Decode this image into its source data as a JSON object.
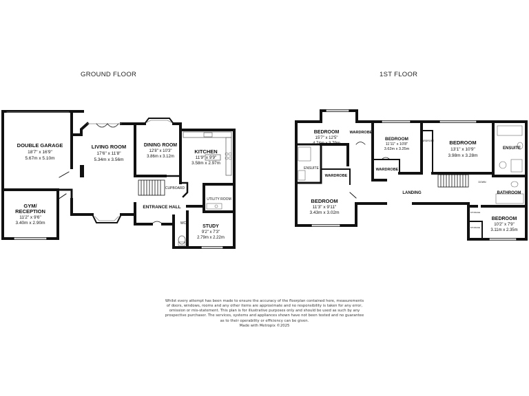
{
  "titles": {
    "ground": "GROUND FLOOR",
    "first": "1ST FLOOR"
  },
  "rooms": {
    "garage": {
      "name": "DOUBLE GARAGE",
      "imperial": "18'7\" x 16'9\"",
      "metric": "5.67m x 5.10m"
    },
    "gym": {
      "name1": "GYM/",
      "name2": "RECEPTION",
      "imperial": "11'2\" x 9'6\"",
      "metric": "3.40m x 2.90m"
    },
    "living": {
      "name": "LIVING ROOM",
      "imperial": "17'6\" x 11'8\"",
      "metric": "5.34m x 3.56m"
    },
    "dining": {
      "name": "DINING ROOM",
      "imperial": "12'8\" x 10'3\"",
      "metric": "3.86m x 3.12m"
    },
    "kitchen": {
      "name": "KITCHEN",
      "imperial": "11'9\" x 9'9\"",
      "metric": "3.58m x 2.97m"
    },
    "utility": {
      "name": "UTILITY ROOM"
    },
    "cupboard": {
      "name": "CUPBOARD"
    },
    "hall": {
      "name": "ENTRANCE HALL"
    },
    "wc": {
      "name": "WC"
    },
    "study": {
      "name": "STUDY",
      "imperial": "9'2\" x 7'3\"",
      "metric": "2.79m x 2.22m"
    },
    "bed1": {
      "name": "BEDROOM",
      "imperial": "15'7\" x 12'5\"",
      "metric": "4.74m x 3.79m"
    },
    "wardrobe1": {
      "name": "WARDROBE"
    },
    "bed2": {
      "name": "BEDROOM",
      "imperial": "11'11\" x 10'8\"",
      "metric": "3.62m x 3.25m"
    },
    "wardrobe2": {
      "name": "WARDROBE"
    },
    "ensuite1": {
      "name": "ENSUITE"
    },
    "wardrobe3": {
      "name": "WARDROBE"
    },
    "bed3": {
      "name": "BEDROOM",
      "imperial": "11'3\" x 9'11\"",
      "metric": "3.43m x 3.02m"
    },
    "bed4": {
      "name": "BEDROOM",
      "imperial": "13'1\" x 10'9\"",
      "metric": "3.98m x 3.28m"
    },
    "wardrobe4": {
      "name": "WARDROBE"
    },
    "ensuite2": {
      "name": "ENSUITE"
    },
    "bathroom": {
      "name": "BATHROOM"
    },
    "landing": {
      "name": "LANDING"
    },
    "bed5": {
      "name": "BEDROOM",
      "imperial": "10'2\" x 7'9\"",
      "metric": "3.11m x 2.35m"
    },
    "storage1": {
      "name": "STORAGE"
    },
    "storage2": {
      "name": "STORAGE"
    },
    "down": {
      "name": "DOWN"
    }
  },
  "disclaimer": [
    "Whilst every attempt has been made to ensure the accuracy of the floorplan contained here, measurements",
    "of doors, windows, rooms and any other items are approximate and no responsibility is taken for any error,",
    "omission or mis-statement. This plan is for illustrative purposes only and should be used as such by any",
    "prospective purchaser. The services, systems and appliances shown have not been tested and no guarantee",
    "as to their operability or efficiency can be given.",
    "Made with Metropix ©2025"
  ],
  "colors": {
    "wall": "#111111",
    "fixture": "#777777",
    "background": "#ffffff"
  }
}
